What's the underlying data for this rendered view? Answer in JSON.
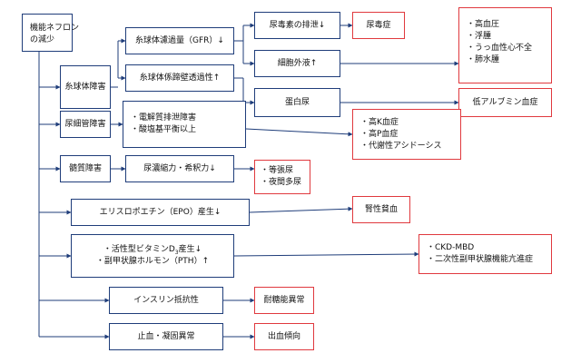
{
  "root": {
    "lines": [
      "機能ネフロン",
      "の減少"
    ]
  },
  "categories": {
    "glomerular": "糸球体障害",
    "tubular": "尿細管障害",
    "medullary": "髄質障害"
  },
  "glomerular_items": {
    "gfr": "糸球体濾過量（GFR）↓",
    "permeability": "糸球体係蹄壁透過性↑"
  },
  "glomerular_effects": {
    "toxin_excretion": "尿毒素の排泄↓",
    "extracellular_fluid": "細胞外液↑",
    "proteinuria": "蛋白尿"
  },
  "tubular_items": [
    "・電解質排泄障害",
    "・酸塩基平衡以上"
  ],
  "medullary_item": "尿濃縮力・希釈力↓",
  "epo": "エリスロポエチン（EPO）産生↓",
  "vitd": {
    "line1_prefix": "・活性型ビタミンD",
    "line1_sub": "3",
    "line1_suffix": "産生↓",
    "line2": "・副甲状腺ホルモン（PTH）↑"
  },
  "insulin": "インスリン抵抗性",
  "coagulation": "止血・凝固異常",
  "outcomes": {
    "uremia": "尿毒症",
    "fluid_overload": [
      "・高血圧",
      "・浮腫",
      "・うっ血性心不全",
      "・肺水腫"
    ],
    "hypoalbuminemia": "低アルブミン血症",
    "electrolyte": [
      "・高K血症",
      "・高P血症",
      "・代謝性アシドーシス"
    ],
    "urine": [
      "・等張尿",
      "・夜間多尿"
    ],
    "anemia": "腎性貧血",
    "ckd_mbd": [
      "・CKD-MBD",
      "・二次性副甲状腺機能亢進症"
    ],
    "glucose": "耐糖能異常",
    "bleeding": "出血傾向"
  },
  "colors": {
    "blue": "#1f3d7a",
    "red": "#e0393e"
  }
}
